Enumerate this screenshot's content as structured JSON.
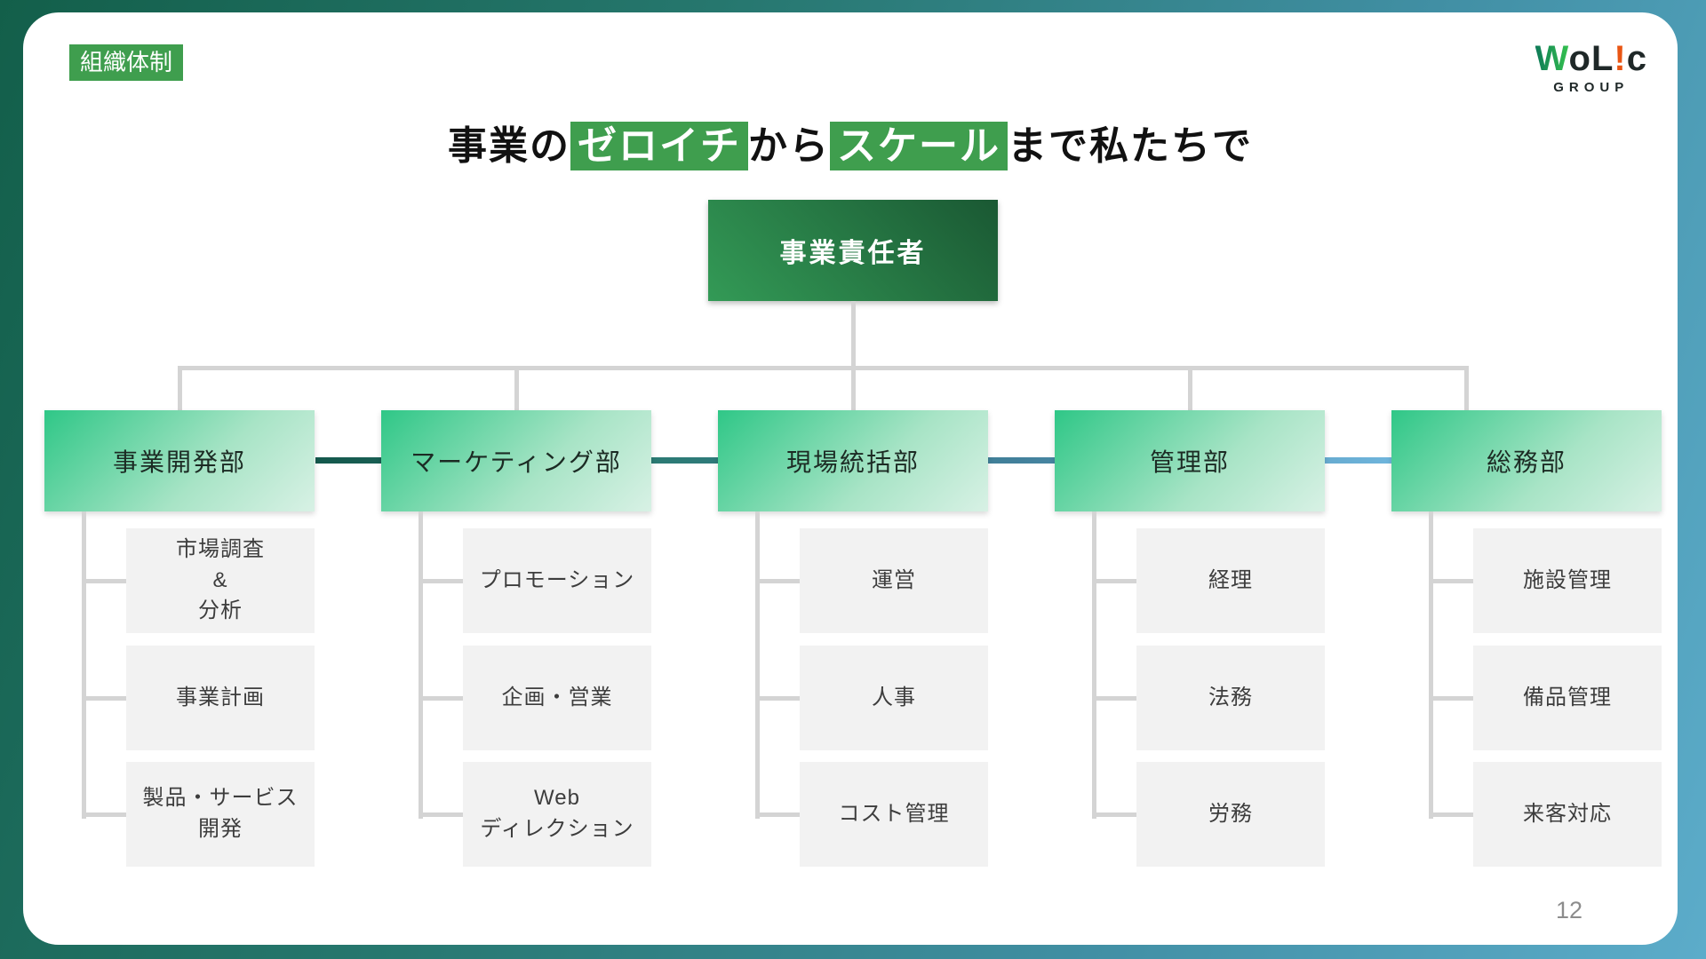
{
  "slide": {
    "tag": "組織体制",
    "page_number": "12"
  },
  "logo": {
    "w": "W",
    "ol": "oL",
    "bang": "!",
    "c": "c",
    "group": "GROUP"
  },
  "title": {
    "segments": [
      {
        "text": "事業の",
        "highlight": false
      },
      {
        "text": "ゼロイチ",
        "highlight": true
      },
      {
        "text": "から",
        "highlight": false
      },
      {
        "text": "スケール",
        "highlight": true
      },
      {
        "text": "まで私たちで",
        "highlight": false
      }
    ]
  },
  "org_chart": {
    "root": "事業責任者",
    "departments": [
      {
        "name": "事業開発部",
        "items": [
          "市場調査\n&\n分析",
          "事業計画",
          "製品・サービス\n開発"
        ]
      },
      {
        "name": "マーケティング部",
        "items": [
          "プロモーション",
          "企画・営業",
          "Web\nディレクション"
        ]
      },
      {
        "name": "現場統括部",
        "items": [
          "運営",
          "人事",
          "コスト管理"
        ]
      },
      {
        "name": "管理部",
        "items": [
          "経理",
          "法務",
          "労務"
        ]
      },
      {
        "name": "総務部",
        "items": [
          "施設管理",
          "備品管理",
          "来客対応"
        ]
      }
    ]
  },
  "colors": {
    "accent_green": "#3f9e4e",
    "root_box_dark": "#1a5833",
    "root_box_light": "#339a56",
    "dept_gradient_start": "#2fc787",
    "dept_gradient_end": "#d8f1e5",
    "connector_gray": "#d4d4d4",
    "interbar_start": "#14584c",
    "interbar_end": "#6fb5dc",
    "background_start": "#135f4a",
    "background_end": "#5cacca",
    "logo_orange": "#e95513"
  }
}
